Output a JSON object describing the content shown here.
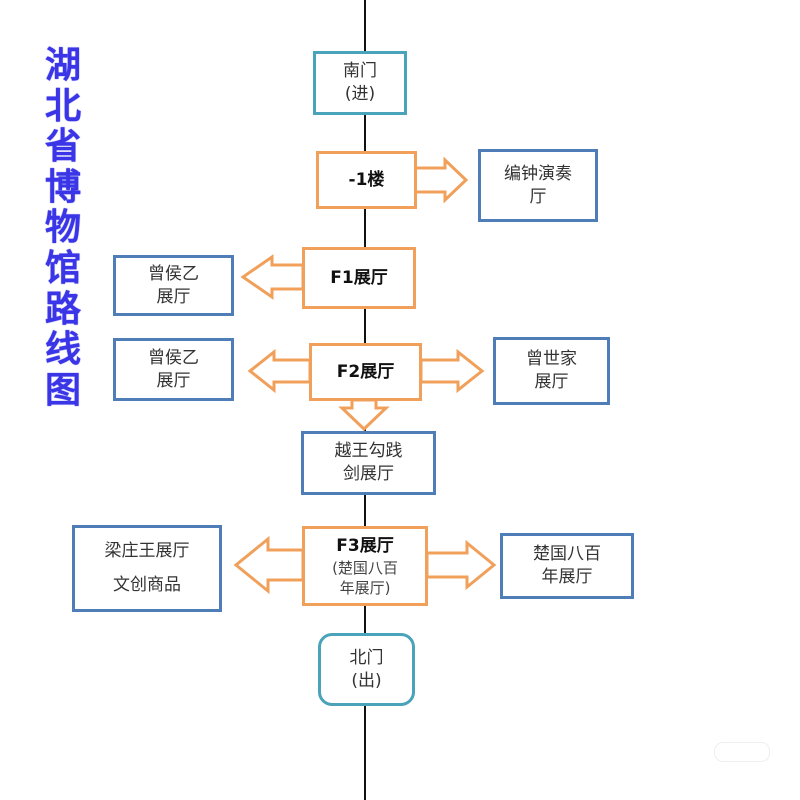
{
  "title_chars": [
    "湖",
    "北",
    "省",
    "博",
    "物",
    "馆",
    "路",
    "线",
    "图"
  ],
  "nodes": {
    "south_gate": {
      "line1": "南门",
      "line2": "(进)"
    },
    "b1": {
      "label": "-1楼"
    },
    "bianzhong": {
      "line1": "编钟演奏",
      "line2": "厅"
    },
    "f1": {
      "label": "F1展厅"
    },
    "f1_left": {
      "line1": "曾侯乙",
      "line2": "展厅"
    },
    "f2": {
      "label": "F2展厅"
    },
    "f2_left": {
      "line1": "曾侯乙",
      "line2": "展厅"
    },
    "f2_right": {
      "line1": "曾世家",
      "line2": "展厅"
    },
    "goujian": {
      "line1": "越王勾践",
      "line2": "剑展厅"
    },
    "f3": {
      "label": "F3展厅",
      "sub1": "(楚国八百",
      "sub2": "年展厅)"
    },
    "f3_left": {
      "line1": "梁庄王展厅",
      "line2": "文创商品"
    },
    "f3_right": {
      "line1": "楚国八百",
      "line2": "年展厅"
    },
    "north_gate": {
      "line1": "北门",
      "line2": "(出)"
    }
  },
  "colors": {
    "title": "#3a35e6",
    "gate_border": "#4aa3b8",
    "hall_border": "#4f7db8",
    "floor_border": "#f0a05a",
    "spine": "#111111"
  }
}
